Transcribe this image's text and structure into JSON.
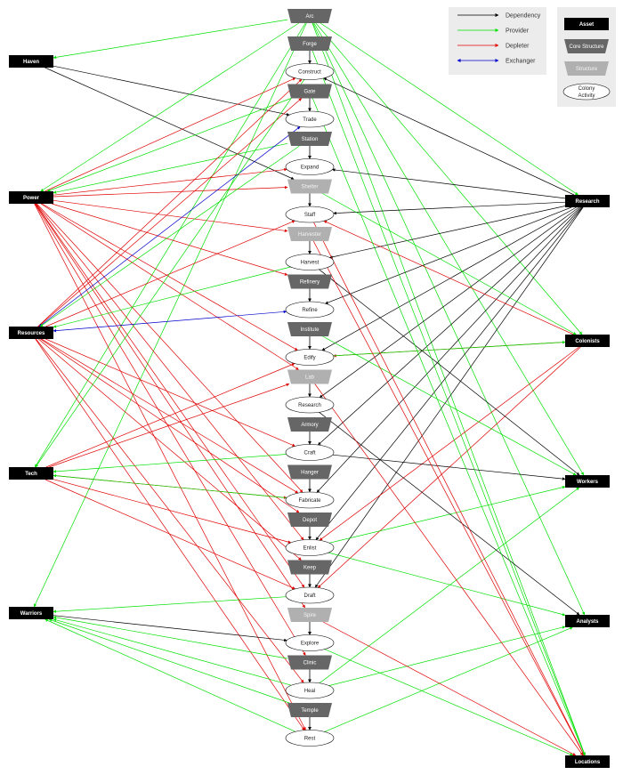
{
  "assets": [
    {
      "id": "haven",
      "label": "Haven"
    },
    {
      "id": "power",
      "label": "Power"
    },
    {
      "id": "resources",
      "label": "Resources"
    },
    {
      "id": "tech",
      "label": "Tech"
    },
    {
      "id": "warriors",
      "label": "Warriors"
    },
    {
      "id": "research_a",
      "label": "Research"
    },
    {
      "id": "colonists",
      "label": "Colonists"
    },
    {
      "id": "workers",
      "label": "Workers"
    },
    {
      "id": "analysts",
      "label": "Analysts"
    },
    {
      "id": "locations",
      "label": "Locations"
    }
  ],
  "structures": [
    {
      "id": "arc",
      "label": "Arc",
      "kind": "core"
    },
    {
      "id": "forge",
      "label": "Forge",
      "kind": "core"
    },
    {
      "id": "gate",
      "label": "Gate",
      "kind": "core"
    },
    {
      "id": "station",
      "label": "Station",
      "kind": "core"
    },
    {
      "id": "shelter",
      "label": "Shelter",
      "kind": "light"
    },
    {
      "id": "harvester",
      "label": "Harvester",
      "kind": "light"
    },
    {
      "id": "refinery",
      "label": "Refinery",
      "kind": "core"
    },
    {
      "id": "institute",
      "label": "Institute",
      "kind": "core"
    },
    {
      "id": "lab",
      "label": "Lab",
      "kind": "light"
    },
    {
      "id": "armory",
      "label": "Armory",
      "kind": "core"
    },
    {
      "id": "hanger",
      "label": "Hanger",
      "kind": "core"
    },
    {
      "id": "depot",
      "label": "Depot",
      "kind": "core"
    },
    {
      "id": "keep",
      "label": "Keep",
      "kind": "core"
    },
    {
      "id": "spire",
      "label": "Spire",
      "kind": "light"
    },
    {
      "id": "clinic",
      "label": "Clinic",
      "kind": "core"
    },
    {
      "id": "temple",
      "label": "Temple",
      "kind": "core"
    }
  ],
  "activities": [
    {
      "id": "construct",
      "label": "Construct",
      "structure": "forge"
    },
    {
      "id": "trade",
      "label": "Trade",
      "structure": "gate"
    },
    {
      "id": "expand",
      "label": "Expand",
      "structure": "station"
    },
    {
      "id": "staff",
      "label": "Staff",
      "structure": "shelter"
    },
    {
      "id": "harvest",
      "label": "Harvest",
      "structure": "harvester"
    },
    {
      "id": "refine",
      "label": "Refine",
      "structure": "refinery"
    },
    {
      "id": "edify",
      "label": "Edify",
      "structure": "institute"
    },
    {
      "id": "research_act",
      "label": "Research",
      "structure": "lab"
    },
    {
      "id": "craft",
      "label": "Craft",
      "structure": "armory"
    },
    {
      "id": "fabricate",
      "label": "Fabricate",
      "structure": "hanger"
    },
    {
      "id": "enlist",
      "label": "Enlist",
      "structure": "depot"
    },
    {
      "id": "draft",
      "label": "Draft",
      "structure": "keep"
    },
    {
      "id": "explore",
      "label": "Explore",
      "structure": "spire"
    },
    {
      "id": "heal",
      "label": "Heal",
      "structure": "clinic"
    },
    {
      "id": "rest",
      "label": "Rest",
      "structure": "temple"
    }
  ],
  "colors": {
    "dependency": "#000000",
    "provider": "#00e000",
    "depleter": "#e00000",
    "exchanger": "#0000cc",
    "asset_fill": "#000000",
    "core_fill": "#666666",
    "struct_fill": "#b0b0b0",
    "legend_bg": "#ececec"
  },
  "legend": {
    "edges": [
      {
        "label": "Dependency",
        "type": "dependency"
      },
      {
        "label": "Provider",
        "type": "provider"
      },
      {
        "label": "Depleter",
        "type": "depleter"
      },
      {
        "label": "Exchanger",
        "type": "exchanger"
      }
    ],
    "nodes": {
      "asset": "Asset",
      "core": "Core Structure",
      "structure": "Structure",
      "activity_line1": "Colony",
      "activity_line2": "Activity"
    }
  },
  "edges": [
    {
      "from": "haven",
      "to": "trade",
      "type": "dependency"
    },
    {
      "from": "haven",
      "to": "shelter",
      "type": "dependency"
    },
    {
      "from": "arc",
      "to": "haven",
      "type": "provider"
    },
    {
      "from": "arc",
      "to": "power",
      "type": "provider"
    },
    {
      "from": "arc",
      "to": "tech",
      "type": "provider"
    },
    {
      "from": "arc",
      "to": "warriors",
      "type": "provider"
    },
    {
      "from": "arc",
      "to": "research_a",
      "type": "provider"
    },
    {
      "from": "arc",
      "to": "colonists",
      "type": "provider"
    },
    {
      "from": "arc",
      "to": "workers",
      "type": "provider"
    },
    {
      "from": "arc",
      "to": "analysts",
      "type": "provider"
    },
    {
      "from": "arc",
      "to": "locations",
      "type": "provider"
    },
    {
      "from": "power",
      "to": "construct",
      "type": "depleter"
    },
    {
      "from": "power",
      "to": "expand",
      "type": "depleter"
    },
    {
      "from": "power",
      "to": "shelter",
      "type": "depleter"
    },
    {
      "from": "power",
      "to": "harvester",
      "type": "depleter"
    },
    {
      "from": "power",
      "to": "refinery",
      "type": "depleter"
    },
    {
      "from": "power",
      "to": "edify",
      "type": "depleter"
    },
    {
      "from": "power",
      "to": "lab",
      "type": "depleter"
    },
    {
      "from": "power",
      "to": "fabricate",
      "type": "depleter"
    },
    {
      "from": "power",
      "to": "enlist",
      "type": "depleter"
    },
    {
      "from": "power",
      "to": "draft",
      "type": "depleter"
    },
    {
      "from": "power",
      "to": "spire",
      "type": "depleter"
    },
    {
      "from": "power",
      "to": "clinic",
      "type": "depleter"
    },
    {
      "from": "power",
      "to": "rest",
      "type": "depleter"
    },
    {
      "from": "station",
      "to": "power",
      "type": "provider"
    },
    {
      "from": "gate",
      "to": "power",
      "type": "provider"
    },
    {
      "from": "resources",
      "to": "gate",
      "type": "depleter"
    },
    {
      "from": "resources",
      "to": "construct",
      "type": "depleter"
    },
    {
      "from": "resources",
      "to": "staff",
      "type": "depleter"
    },
    {
      "from": "resources",
      "to": "craft",
      "type": "depleter"
    },
    {
      "from": "resources",
      "to": "fabricate",
      "type": "depleter"
    },
    {
      "from": "resources",
      "to": "depot",
      "type": "depleter"
    },
    {
      "from": "resources",
      "to": "keep",
      "type": "depleter"
    },
    {
      "from": "resources",
      "to": "heal",
      "type": "depleter"
    },
    {
      "from": "resources",
      "to": "rest",
      "type": "depleter"
    },
    {
      "from": "resources",
      "to": "trade",
      "type": "exchanger"
    },
    {
      "from": "resources",
      "to": "refine",
      "type": "exchanger"
    },
    {
      "from": "harvest",
      "to": "resources",
      "type": "provider"
    },
    {
      "from": "station",
      "to": "resources",
      "type": "provider"
    },
    {
      "from": "tech",
      "to": "edify",
      "type": "depleter"
    },
    {
      "from": "tech",
      "to": "fabricate",
      "type": "depleter"
    },
    {
      "from": "tech",
      "to": "enlist",
      "type": "depleter"
    },
    {
      "from": "tech",
      "to": "draft",
      "type": "depleter"
    },
    {
      "from": "tech",
      "to": "lab",
      "type": "depleter"
    },
    {
      "from": "craft",
      "to": "tech",
      "type": "provider"
    },
    {
      "from": "fabricate",
      "to": "tech",
      "type": "provider"
    },
    {
      "from": "construct",
      "to": "tech",
      "type": "provider"
    },
    {
      "from": "warriors",
      "to": "explore",
      "type": "dependency"
    },
    {
      "from": "draft",
      "to": "warriors",
      "type": "provider"
    },
    {
      "from": "heal",
      "to": "warriors",
      "type": "provider"
    },
    {
      "from": "rest",
      "to": "warriors",
      "type": "provider"
    },
    {
      "from": "clinic",
      "to": "warriors",
      "type": "provider"
    },
    {
      "from": "temple",
      "to": "warriors",
      "type": "provider"
    },
    {
      "from": "research_a",
      "to": "expand",
      "type": "dependency"
    },
    {
      "from": "research_a",
      "to": "construct",
      "type": "dependency"
    },
    {
      "from": "research_a",
      "to": "staff",
      "type": "dependency"
    },
    {
      "from": "research_a",
      "to": "harvest",
      "type": "dependency"
    },
    {
      "from": "research_a",
      "to": "refine",
      "type": "dependency"
    },
    {
      "from": "research_a",
      "to": "edify",
      "type": "dependency"
    },
    {
      "from": "research_a",
      "to": "research_act",
      "type": "dependency"
    },
    {
      "from": "research_a",
      "to": "craft",
      "type": "dependency"
    },
    {
      "from": "research_a",
      "to": "fabricate",
      "type": "dependency"
    },
    {
      "from": "research_a",
      "to": "enlist",
      "type": "dependency"
    },
    {
      "from": "research_a",
      "to": "draft",
      "type": "dependency"
    },
    {
      "from": "colonists",
      "to": "edify",
      "type": "depleter"
    },
    {
      "from": "colonists",
      "to": "enlist",
      "type": "depleter"
    },
    {
      "from": "colonists",
      "to": "draft",
      "type": "depleter"
    },
    {
      "from": "colonists",
      "to": "staff",
      "type": "depleter"
    },
    {
      "from": "shelter",
      "to": "colonists",
      "type": "provider"
    },
    {
      "from": "edify",
      "to": "colonists",
      "type": "provider"
    },
    {
      "from": "harvest",
      "to": "workers",
      "type": "dependency"
    },
    {
      "from": "craft",
      "to": "workers",
      "type": "dependency"
    },
    {
      "from": "enlist",
      "to": "workers",
      "type": "provider"
    },
    {
      "from": "heal",
      "to": "workers",
      "type": "provider"
    },
    {
      "from": "institute",
      "to": "workers",
      "type": "provider"
    },
    {
      "from": "research_act",
      "to": "analysts",
      "type": "dependency"
    },
    {
      "from": "heal",
      "to": "analysts",
      "type": "provider"
    },
    {
      "from": "rest",
      "to": "analysts",
      "type": "provider"
    },
    {
      "from": "enlist",
      "to": "analysts",
      "type": "provider"
    },
    {
      "from": "explore",
      "to": "locations",
      "type": "provider"
    },
    {
      "from": "staff",
      "to": "locations",
      "type": "depleter"
    },
    {
      "from": "lab",
      "to": "locations",
      "type": "depleter"
    },
    {
      "from": "spire",
      "to": "locations",
      "type": "depleter"
    },
    {
      "from": "harvester",
      "to": "locations",
      "type": "depleter"
    },
    {
      "from": "gate",
      "to": "locations",
      "type": "provider"
    },
    {
      "from": "forge",
      "to": "locations",
      "type": "provider"
    }
  ]
}
